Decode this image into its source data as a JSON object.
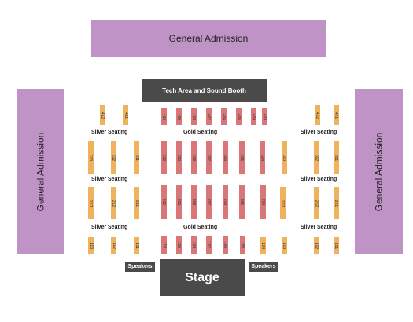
{
  "areas": {
    "ga_top": "General Admission",
    "ga_left": "General Admission",
    "ga_right": "General Admission",
    "tech": "Tech Area and Sound Booth",
    "stage": "Stage",
    "speakers_left": "Speakers",
    "speakers_right": "Speakers"
  },
  "section_labels": {
    "silver_1_left": "Silver Seating",
    "gold_1": "Gold Seating",
    "silver_1_right": "Silver Seating",
    "silver_2_left": "Silver Seating",
    "silver_2_right": "Silver Seating",
    "silver_3_left": "Silver Seating",
    "gold_3": "Gold Seating",
    "silver_3_right": "Silver Seating"
  },
  "colors": {
    "general_admission": "#bf93c6",
    "silver": "#f0b25c",
    "gold": "#d97678",
    "dark": "#4a4a4a"
  },
  "row_groups": [
    {
      "tier": "silver",
      "labels": [
        "412",
        "411"
      ]
    },
    {
      "tier": "gold",
      "labels": [
        "410",
        "409",
        "408",
        "407",
        "406",
        "405",
        "404",
        "403"
      ]
    },
    {
      "tier": "silver",
      "labels": [
        "402",
        "401"
      ]
    },
    {
      "tier": "silver",
      "labels": [
        "313",
        "312",
        "311"
      ]
    },
    {
      "tier": "gold",
      "labels": [
        "310",
        "309",
        "308",
        "307",
        "306",
        "305",
        "304"
      ]
    },
    {
      "tier": "silver",
      "labels": [
        "303",
        "302",
        "301"
      ]
    },
    {
      "tier": "silver",
      "labels": [
        "213",
        "212",
        "211"
      ]
    },
    {
      "tier": "gold",
      "labels": [
        "210",
        "209",
        "208",
        "207",
        "206",
        "205",
        "204"
      ]
    },
    {
      "tier": "silver",
      "labels": [
        "203",
        "202",
        "201"
      ]
    },
    {
      "tier": "silver",
      "labels": [
        "113",
        "112",
        "111"
      ]
    },
    {
      "tier": "gold",
      "labels": [
        "110",
        "109",
        "108",
        "107",
        "106",
        "105"
      ]
    },
    {
      "tier": "silver",
      "labels": [
        "104",
        "103",
        "102",
        "101"
      ]
    }
  ]
}
